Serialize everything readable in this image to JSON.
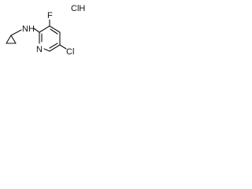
{
  "molecule": {
    "labels": {
      "hcl": "ClH",
      "amine": "NH",
      "fluorine": "F",
      "chlorine": "Cl",
      "ring_nitrogen": "N"
    }
  },
  "colors": {
    "ink": "#111111",
    "background": "#ffffff"
  }
}
